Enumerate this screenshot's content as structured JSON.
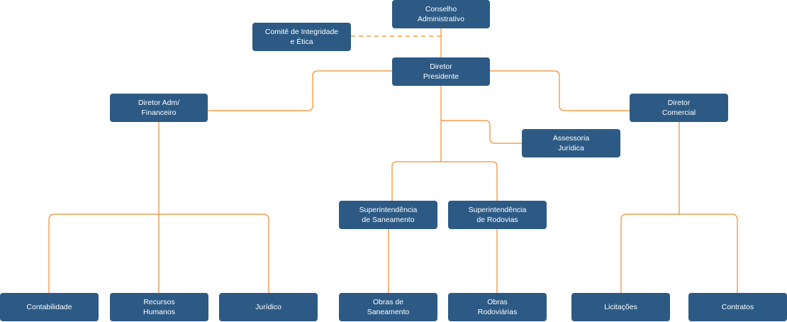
{
  "org_chart": {
    "nodes": {
      "conselho": {
        "line1": "Conselho",
        "line2": "Administrativo"
      },
      "comite": {
        "line1": "Comitê de Integridade",
        "line2": "e Ética"
      },
      "presidente": {
        "line1": "Diretor",
        "line2": "Presidente"
      },
      "adm": {
        "line1": "Diretor Adm/",
        "line2": "Financeiro"
      },
      "comercial": {
        "line1": "Diretor",
        "line2": "Comercial"
      },
      "assessoria": {
        "line1": "Assessoria",
        "line2": "Jurídica"
      },
      "sup_saneamento": {
        "line1": "Superintendência",
        "line2": "de Saneamento"
      },
      "sup_rodovias": {
        "line1": "Superintendência",
        "line2": "de Rodovias"
      },
      "contabilidade": {
        "line1": "Contabilidade"
      },
      "rh": {
        "line1": "Recursos",
        "line2": "Humanos"
      },
      "juridico": {
        "line1": "Jurídico"
      },
      "obras_saneamento": {
        "line1": "Obras de",
        "line2": "Saneamento"
      },
      "obras_rodoviarias": {
        "line1": "Obras",
        "line2": "Rodoviárias"
      },
      "licitacoes": {
        "line1": "Licitações"
      },
      "contratos": {
        "line1": "Contratos"
      }
    },
    "colors": {
      "box": "#2c5a85",
      "connector": "#f08a2c",
      "text": "#ffffff"
    }
  }
}
